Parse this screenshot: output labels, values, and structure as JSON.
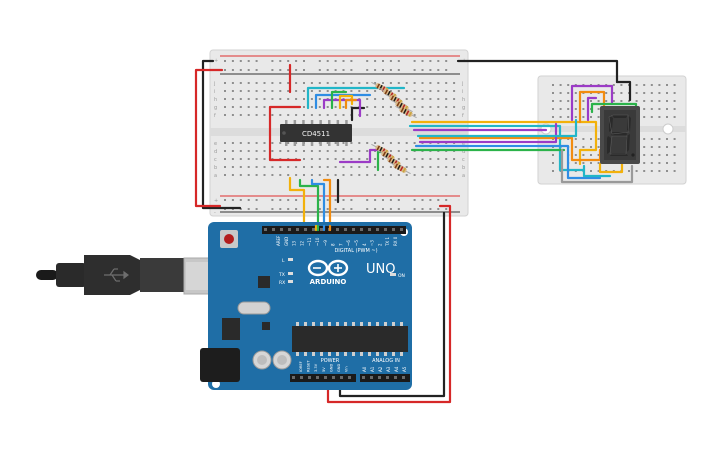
{
  "chip": {
    "label": "CD4511"
  },
  "arduino": {
    "logo": "ARDUINO",
    "model": "UNO",
    "digital_label": "DIGITAL (PWM ~)",
    "power_label": "POWER",
    "analog_label": "ANALOG IN",
    "led_on": "ON",
    "led_l": "L",
    "led_tx": "TX",
    "led_rx": "RX",
    "pins_digital": [
      "AREF",
      "GND",
      "13",
      "12",
      "~11",
      "~10",
      "~9",
      "8",
      "7",
      "~6",
      "~5",
      "4",
      "~3",
      "2",
      "TX 1",
      "RX 0"
    ],
    "pins_power": [
      "IOREF",
      "RESET",
      "3.3V",
      "5V",
      "GND",
      "GND",
      "Vin"
    ],
    "pins_analog": [
      "A0",
      "A1",
      "A2",
      "A3",
      "A4",
      "A5"
    ]
  },
  "breadboard_main": {
    "rows": [
      "j",
      "i",
      "h",
      "g",
      "f",
      "e",
      "d",
      "c",
      "b",
      "a"
    ],
    "rail_plus": "+",
    "rail_minus": "-"
  },
  "colors": {
    "board": "#1f6ea6",
    "wire_red": "#d62828",
    "wire_black": "#222222",
    "wire_yellow": "#f2b10b",
    "wire_orange": "#f28c0f",
    "wire_green": "#2bb34a",
    "wire_blue": "#2f8de4",
    "wire_cyan": "#21b6c8",
    "wire_purple": "#9b3bc6",
    "wire_gray": "#9a9a9a"
  }
}
